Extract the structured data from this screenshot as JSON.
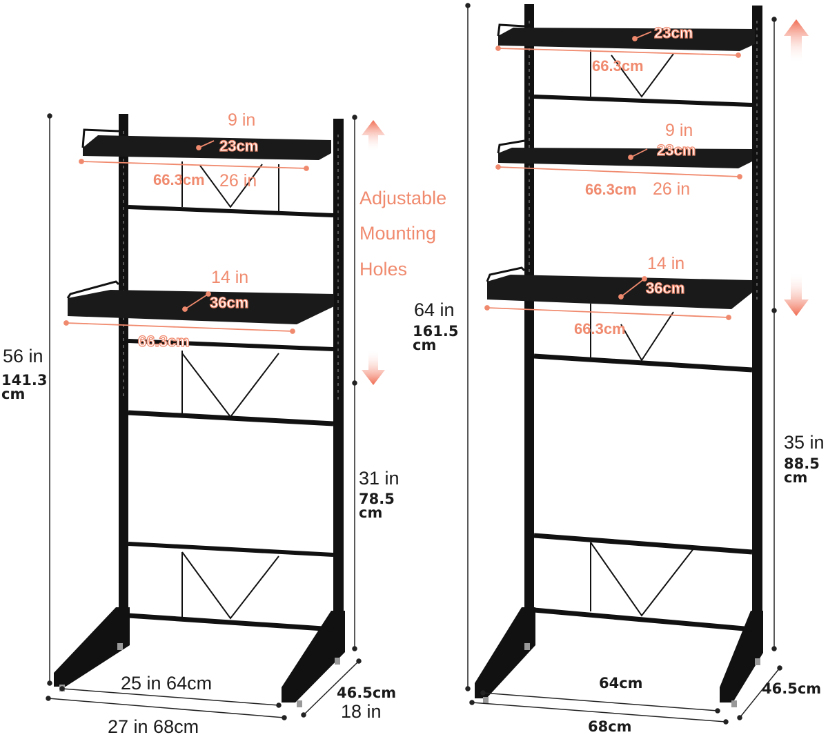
{
  "colors": {
    "frame": "#111111",
    "accent": "#f08a6e",
    "arrow_gradient_start": "#f5a08a",
    "arrow_gradient_end": "#f06a50",
    "dimension_line": "#222222"
  },
  "left_rack": {
    "total_height_in": "56 in",
    "total_height_cm": "141.3 cm",
    "top_shelf_depth_in": "9 in",
    "top_shelf_depth_cm": "23cm",
    "top_shelf_width_cm": "66.3cm",
    "top_shelf_width_in": "26 in",
    "mid_shelf_depth_in": "14 in",
    "mid_shelf_depth_cm": "36cm",
    "mid_shelf_width_cm": "66.3cm",
    "clearance_in": "31 in",
    "clearance_cm": "78.5 cm",
    "inner_width": "25 in 64cm",
    "outer_width": "27 in 68cm",
    "depth_cm": "46.5cm",
    "depth_in": "18 in"
  },
  "feature_label": {
    "line1": "Adjustable",
    "line2": "Mounting",
    "line3": "Holes"
  },
  "right_rack": {
    "total_height_in": "64 in",
    "total_height_cm": "161.5 cm",
    "top_shelf_depth_cm": "23cm",
    "top_shelf_width_cm": "66.3cm",
    "second_shelf_depth_in": "9 in",
    "second_shelf_depth_cm": "23cm",
    "second_shelf_width_cm": "66.3cm",
    "second_shelf_width_in": "26 in",
    "third_shelf_depth_in": "14 in",
    "third_shelf_depth_cm": "36cm",
    "third_shelf_width_cm": "66.3cm",
    "clearance_in": "35 in",
    "clearance_cm": "88.5 cm",
    "inner_width": "64cm",
    "outer_width": "68cm",
    "depth_cm": "46.5cm"
  }
}
